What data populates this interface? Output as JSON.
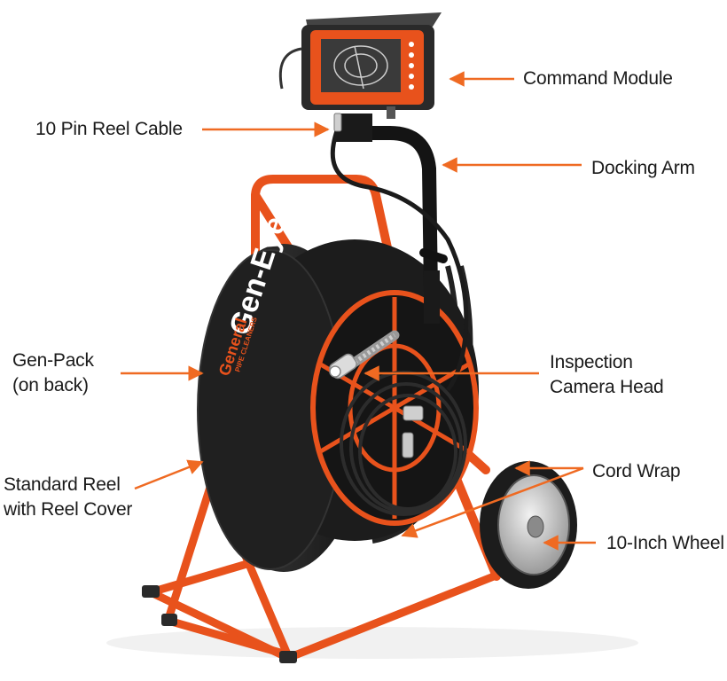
{
  "labels": {
    "command_module": "Command Module",
    "reel_cable": "10 Pin Reel Cable",
    "docking_arm": "Docking Arm",
    "gen_pack_line1": "Gen-Pack",
    "gen_pack_line2": "(on back)",
    "camera_head_line1": "Inspection",
    "camera_head_line2": "Camera Head",
    "standard_reel_line1": "Standard Reel",
    "standard_reel_line2": "with Reel Cover",
    "cord_wrap": "Cord Wrap",
    "wheel": "10-Inch Wheel"
  },
  "reel_cover_text": {
    "brand": "Gen-Eye",
    "maker": "General",
    "sub": "PIPE CLEANERS"
  },
  "colors": {
    "frame_orange": "#e8521c",
    "arrow_orange": "#ef6a22",
    "reel_black": "#1c1c1c",
    "label_text": "#1a1a1a"
  }
}
